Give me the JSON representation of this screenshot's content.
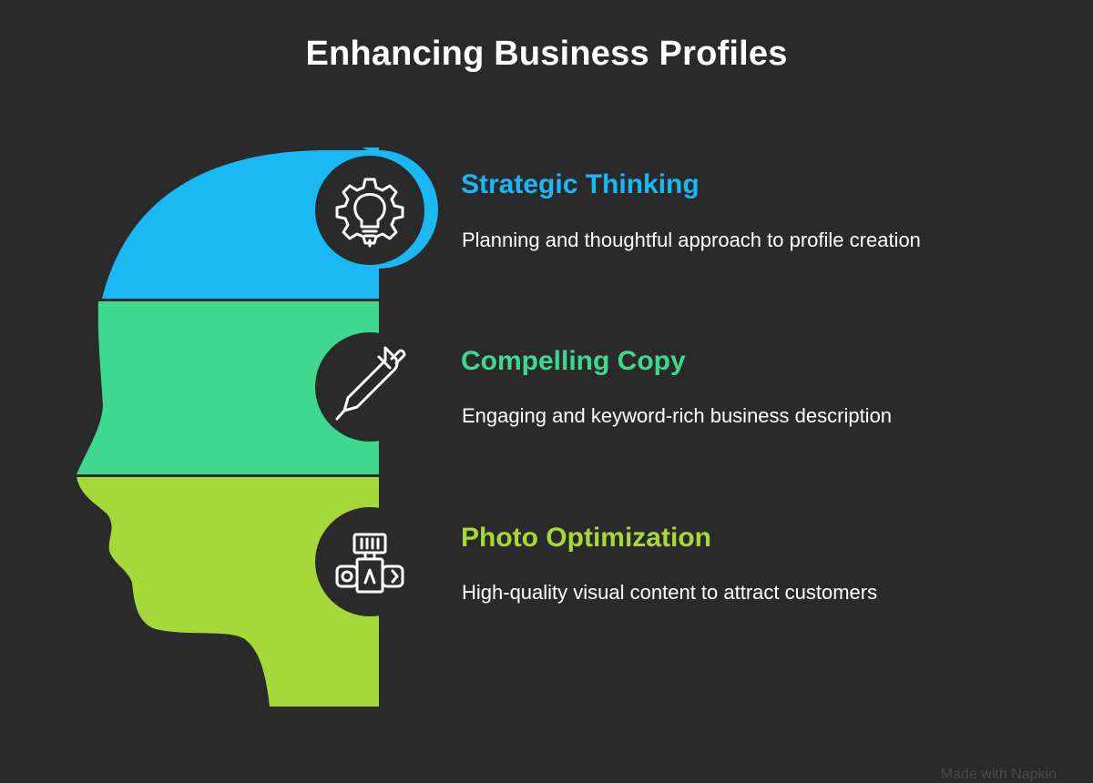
{
  "title": "Enhancing Business Profiles",
  "sections": [
    {
      "heading": "Strategic Thinking",
      "description": "Planning and thoughtful approach to profile creation",
      "icon": "gear-lightbulb-icon",
      "color": "#1ab8f5"
    },
    {
      "heading": "Compelling Copy",
      "description": "Engaging and keyword-rich business description",
      "icon": "pen-icon",
      "color": "#3ed98e"
    },
    {
      "heading": "Photo Optimization",
      "description": "High-quality visual content to attract customers",
      "icon": "camera-icon",
      "color": "#a5d93a"
    }
  ],
  "watermark": "Made with Napkin",
  "colors": {
    "background": "#2a2a2a",
    "circle": "#2a2a2a",
    "icon_stroke": "#ffffff"
  }
}
